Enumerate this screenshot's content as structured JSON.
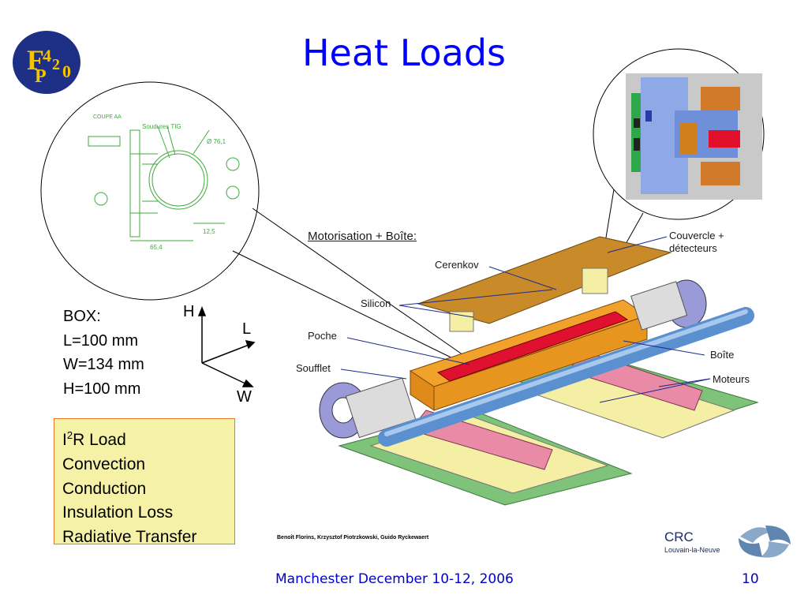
{
  "slide": {
    "title": "Heat Loads",
    "box": {
      "heading": "BOX:",
      "L": "L=100 mm",
      "W": "W=134 mm",
      "H": "H=100 mm"
    },
    "axes": {
      "h": "H",
      "l": "L",
      "w": "W"
    },
    "heat_items": {
      "i2r_prefix": "I",
      "i2r_sup": "2",
      "i2r_suffix": "R Load",
      "items": [
        "Convection",
        "Conduction",
        "Insulation Loss",
        "Radiative Transfer"
      ]
    },
    "figure": {
      "heading": "Motorisation + Boîte:",
      "labels": {
        "couvercle": "Couvercle +",
        "detecteurs": "détecteurs",
        "cerenkov": "Cerenkov",
        "silicon": "Silicon",
        "poche": "Poche",
        "boite": "Boîte",
        "soufflet": "Soufflet",
        "moteurs": "Moteurs"
      },
      "drawing": {
        "coupe": "COUPE AA",
        "soudures": "Soudures TIG",
        "dim1": "65,4",
        "dim2": "12,5",
        "dim3": "Ø 76,1"
      },
      "authors": "Benoît Florins, Krzysztof Piotrzkowski, Guido Ryckewaert"
    },
    "crc": {
      "name": "CRC",
      "place": "Louvain-la-Neuve"
    },
    "footer": "Manchester December 10-12, 2006",
    "page": "10",
    "logo": {
      "F": "F",
      "P": "P",
      "four": "4",
      "twenty": "2",
      "zero": "0"
    }
  },
  "colors": {
    "title": "#0000ff",
    "footer": "#0000cc",
    "heat_box_bg": "#f5f2a7",
    "heat_box_border": "#e87a2a",
    "logo_bg": "#1e2f86",
    "logo_fg": "#f5c400"
  }
}
